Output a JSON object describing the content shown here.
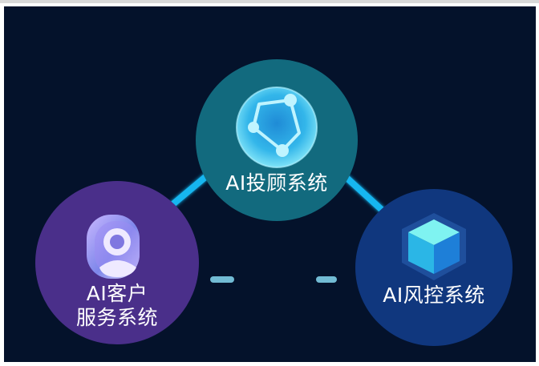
{
  "nodes": {
    "advisor": {
      "label": "AI投顾系统",
      "icon": "globe-network-icon",
      "color": "#126a7e"
    },
    "service": {
      "label_line1": "AI客户",
      "label_line2": "服务系统",
      "icon": "user-avatar-icon",
      "color": "#4a2f8a"
    },
    "risk": {
      "label": "AI风控系统",
      "icon": "cube-icon",
      "color": "#10377e"
    }
  },
  "colors": {
    "background": "#04122b",
    "link": "#19b6f0",
    "link_glow": "#8fe6ff"
  }
}
